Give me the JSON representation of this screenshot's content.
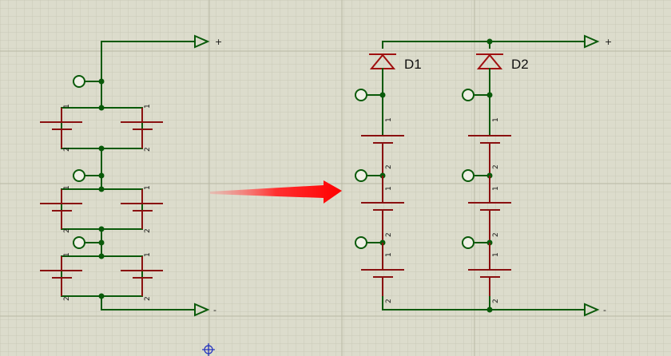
{
  "colors": {
    "background": "#dcdccc",
    "grid_minor": "#cacab8",
    "grid_major": "#b8b8a4",
    "wire": "#0a5a0a",
    "component": "#8a1010",
    "arrow": "#ff1a1a"
  },
  "terminals": {
    "positive": "+",
    "negative": "-"
  },
  "pin_labels": {
    "pin1": "1",
    "pin2": "2"
  },
  "diodes": [
    {
      "id": "D1",
      "label": "D1"
    },
    {
      "id": "D2",
      "label": "D2"
    }
  ],
  "icons": {
    "transform_arrow": "arrow-right-icon",
    "cursor": "crosshair-icon"
  }
}
